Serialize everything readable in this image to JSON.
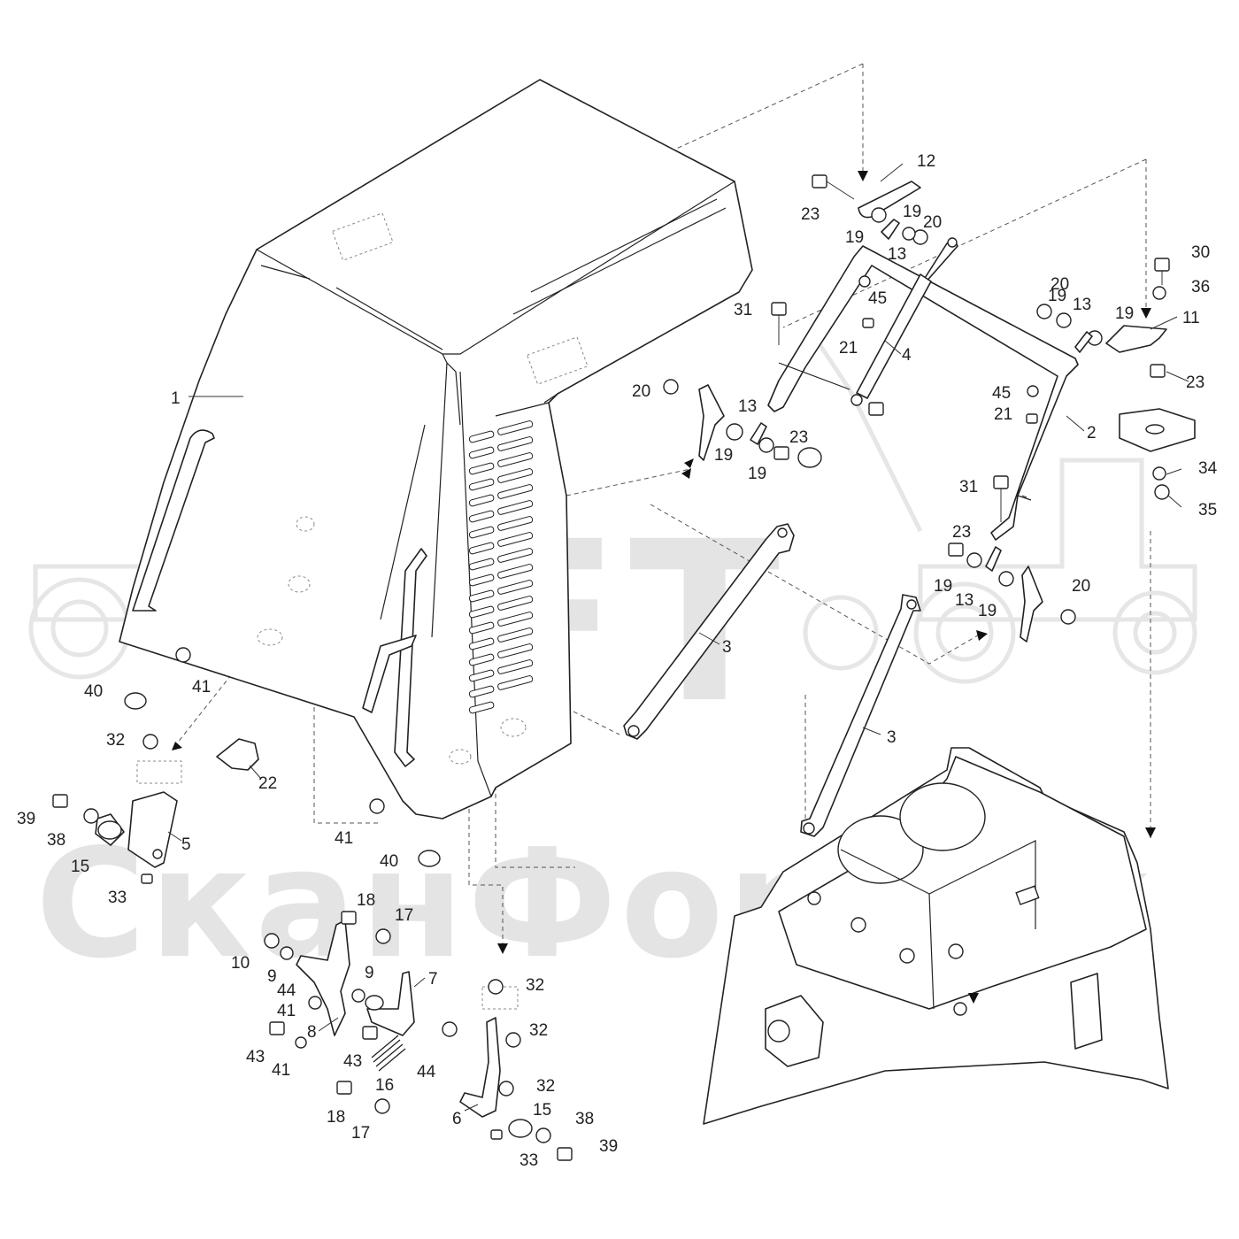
{
  "watermark": {
    "logo_text": "SFT",
    "company_text": "СканФорТек"
  },
  "callouts": [
    {
      "id": "c1",
      "text": "1"
    },
    {
      "id": "c2",
      "text": "2"
    },
    {
      "id": "c3a",
      "text": "3"
    },
    {
      "id": "c3b",
      "text": "3"
    },
    {
      "id": "c4",
      "text": "4"
    },
    {
      "id": "c5",
      "text": "5"
    },
    {
      "id": "c6",
      "text": "6"
    },
    {
      "id": "c7",
      "text": "7"
    },
    {
      "id": "c8",
      "text": "8"
    },
    {
      "id": "c9a",
      "text": "9"
    },
    {
      "id": "c9b",
      "text": "9"
    },
    {
      "id": "c10",
      "text": "10"
    },
    {
      "id": "c11",
      "text": "11"
    },
    {
      "id": "c12",
      "text": "12"
    },
    {
      "id": "c13a",
      "text": "13"
    },
    {
      "id": "c13b",
      "text": "13"
    },
    {
      "id": "c13c",
      "text": "13"
    },
    {
      "id": "c13d",
      "text": "13"
    },
    {
      "id": "c15a",
      "text": "15"
    },
    {
      "id": "c15b",
      "text": "15"
    },
    {
      "id": "c16",
      "text": "16"
    },
    {
      "id": "c17a",
      "text": "17"
    },
    {
      "id": "c17b",
      "text": "17"
    },
    {
      "id": "c18a",
      "text": "18"
    },
    {
      "id": "c18b",
      "text": "18"
    },
    {
      "id": "c19a",
      "text": "19"
    },
    {
      "id": "c19b",
      "text": "19"
    },
    {
      "id": "c19c",
      "text": "19"
    },
    {
      "id": "c19d",
      "text": "19"
    },
    {
      "id": "c19e",
      "text": "19"
    },
    {
      "id": "c19f",
      "text": "19"
    },
    {
      "id": "c19g",
      "text": "19"
    },
    {
      "id": "c19h",
      "text": "19"
    },
    {
      "id": "c20a",
      "text": "20"
    },
    {
      "id": "c20b",
      "text": "20"
    },
    {
      "id": "c20c",
      "text": "20"
    },
    {
      "id": "c20d",
      "text": "20"
    },
    {
      "id": "c21a",
      "text": "21"
    },
    {
      "id": "c21b",
      "text": "21"
    },
    {
      "id": "c22",
      "text": "22"
    },
    {
      "id": "c23a",
      "text": "23"
    },
    {
      "id": "c23b",
      "text": "23"
    },
    {
      "id": "c23c",
      "text": "23"
    },
    {
      "id": "c23d",
      "text": "23"
    },
    {
      "id": "c30",
      "text": "30"
    },
    {
      "id": "c31a",
      "text": "31"
    },
    {
      "id": "c31b",
      "text": "31"
    },
    {
      "id": "c32a",
      "text": "32"
    },
    {
      "id": "c32b",
      "text": "32"
    },
    {
      "id": "c32c",
      "text": "32"
    },
    {
      "id": "c32d",
      "text": "32"
    },
    {
      "id": "c33a",
      "text": "33"
    },
    {
      "id": "c33b",
      "text": "33"
    },
    {
      "id": "c34",
      "text": "34"
    },
    {
      "id": "c35",
      "text": "35"
    },
    {
      "id": "c36",
      "text": "36"
    },
    {
      "id": "c38a",
      "text": "38"
    },
    {
      "id": "c38b",
      "text": "38"
    },
    {
      "id": "c39a",
      "text": "39"
    },
    {
      "id": "c39b",
      "text": "39"
    },
    {
      "id": "c40a",
      "text": "40"
    },
    {
      "id": "c40b",
      "text": "40"
    },
    {
      "id": "c41a",
      "text": "41"
    },
    {
      "id": "c41b",
      "text": "41"
    },
    {
      "id": "c41c",
      "text": "41"
    },
    {
      "id": "c41d",
      "text": "41"
    },
    {
      "id": "c43a",
      "text": "43"
    },
    {
      "id": "c43b",
      "text": "43"
    },
    {
      "id": "c44a",
      "text": "44"
    },
    {
      "id": "c44b",
      "text": "44"
    },
    {
      "id": "c45a",
      "text": "45"
    },
    {
      "id": "c45b",
      "text": "45"
    }
  ]
}
